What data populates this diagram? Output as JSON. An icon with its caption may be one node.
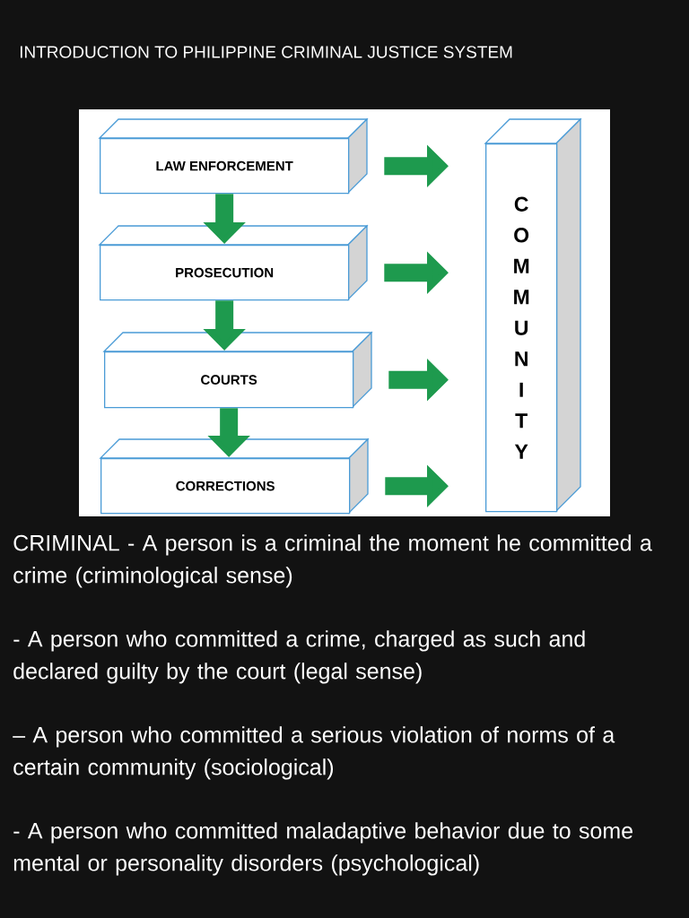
{
  "diagram": {
    "title": "INTRODUCTION TO PHILIPPINE CRIMINAL JUSTICE SYSTEM",
    "nodes": [
      {
        "text": [
          "LAW ENFORCEMENT"
        ]
      },
      {
        "text": [
          "PROSECUTION"
        ]
      },
      {
        "text": [
          "COURTS"
        ]
      },
      {
        "text": [
          "CORRECTIONS"
        ]
      },
      {
        "text": [
          "COMMUNITY"
        ]
      }
    ],
    "edges": [
      {
        "from": 0,
        "to": 1,
        "arrow": "to"
      },
      {
        "from": 1,
        "to": 2,
        "arrow": "to"
      },
      {
        "from": 2,
        "to": 3,
        "arrow": "to"
      },
      {
        "from": 0,
        "to": 4,
        "arrow": "to"
      },
      {
        "from": 1,
        "to": 4,
        "arrow": "to"
      },
      {
        "from": 2,
        "to": 4,
        "arrow": "to"
      },
      {
        "from": 3,
        "to": 4,
        "arrow": "to"
      }
    ],
    "labels": [
      "CRIMINAL - A person is a criminal the moment he committed a crime (criminological sense)",
      "- A person who committed a crime, charged as such and declared guilty by the court (legal sense)",
      "– A person who committed a serious violation of norms of a certain community (sociological)",
      "- A person who committed maladaptive behavior due to some mental or personality disorders (psychological)"
    ]
  }
}
